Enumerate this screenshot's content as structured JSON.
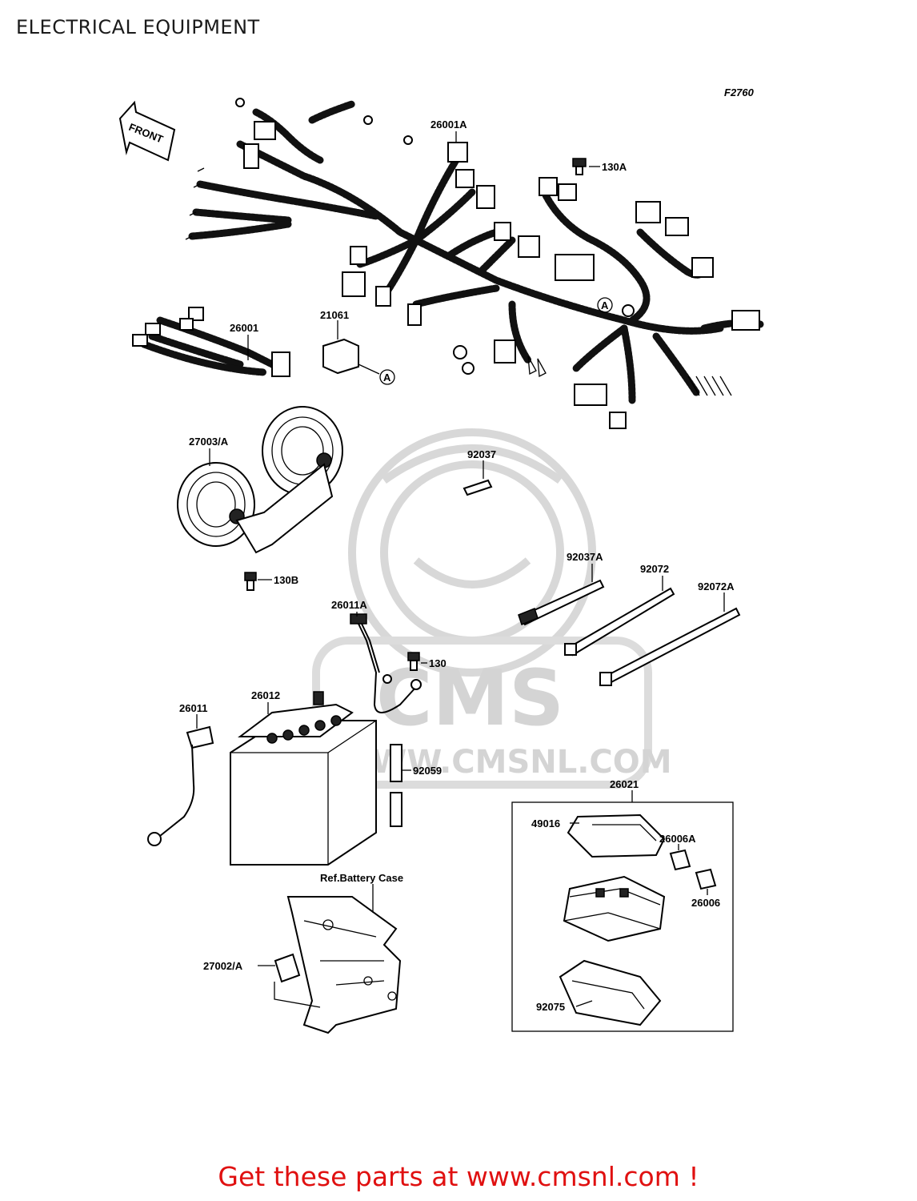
{
  "title": "ELECTRICAL EQUIPMENT",
  "figure_code": "F2760",
  "front_label": "FRONT",
  "watermark": {
    "logo": "CMS",
    "url": "WWW.CMSNL.COM"
  },
  "parts": {
    "p26001A": "26001A",
    "p130A": "130A",
    "p26001": "26001",
    "p21061": "21061",
    "p27003A": "27003/A",
    "p92037": "92037",
    "p130B": "130B",
    "p92037A": "92037A",
    "p92072": "92072",
    "p92072A": "92072A",
    "p26011A": "26011A",
    "p130": "130",
    "p26012": "26012",
    "p26011": "26011",
    "p92059": "92059",
    "p26021": "26021",
    "p49016": "49016",
    "p26006A": "26006A",
    "p26006": "26006",
    "p27002A": "27002/A",
    "p92075": "92075",
    "ref_battery_case": "Ref.Battery Case",
    "connector_A": "A"
  },
  "footer": "Get these parts at www.cmsnl.com !",
  "colors": {
    "footer": "#e01010",
    "ink": "#000000",
    "watermark": "#d4d4d4"
  }
}
